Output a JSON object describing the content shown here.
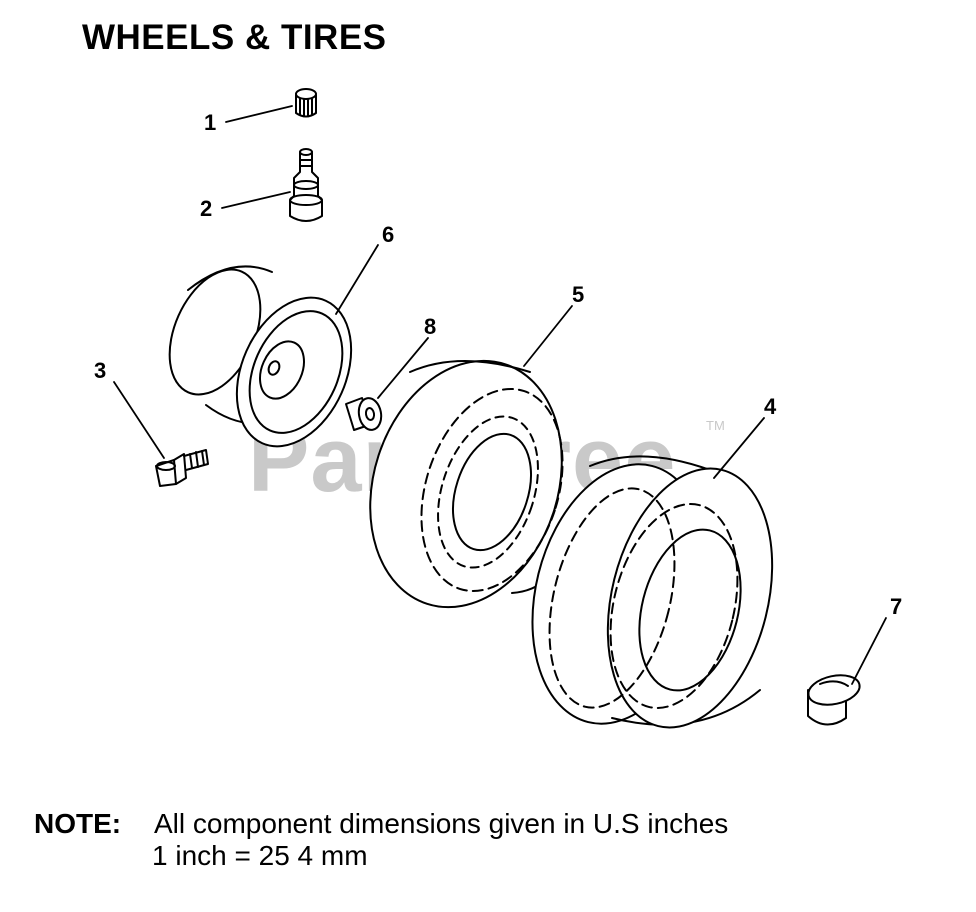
{
  "title": "WHEELS & TIRES",
  "watermark": "PartsTree",
  "watermark_tm": "TM",
  "note": {
    "label": "NOTE:",
    "line1": "All component dimensions given in U.S inches",
    "line2": "1 inch = 25 4 mm"
  },
  "callouts": {
    "c1": "1",
    "c2": "2",
    "c3": "3",
    "c4": "4",
    "c5": "5",
    "c6": "6",
    "c7": "7",
    "c8": "8"
  }
}
